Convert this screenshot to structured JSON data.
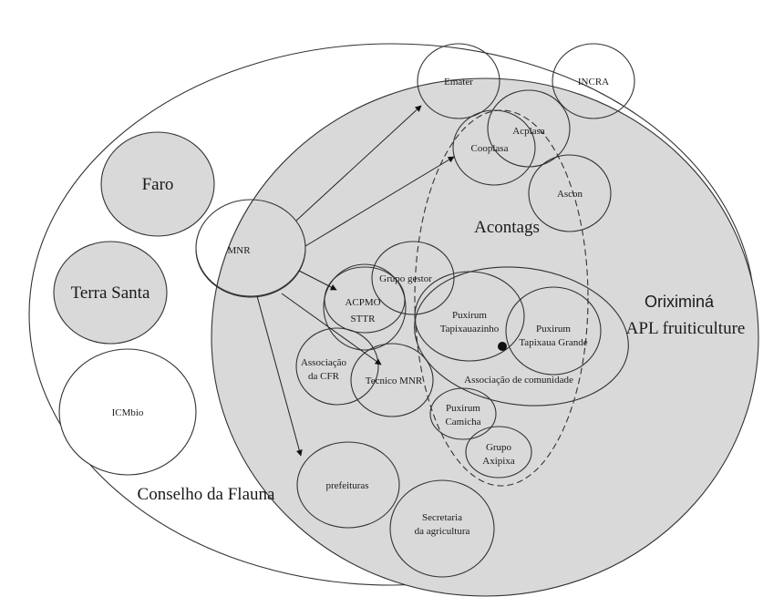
{
  "colors": {
    "region_fill": "#d9d9d9",
    "background": "#ffffff",
    "stroke": "#333333"
  },
  "regions": {
    "conselho": {
      "label": "Conselho da Flauna"
    },
    "oriximina": {
      "label": "Oriximiná"
    },
    "apl": {
      "label": "APL fruiticulture"
    },
    "acontags": {
      "label": "Acontags"
    },
    "associacao_comunidade": {
      "label": "Associação de comunidade"
    }
  },
  "nodes": {
    "faro": {
      "label": "Faro"
    },
    "terra_santa": {
      "label": "Terra Santa"
    },
    "icmbio": {
      "label": "ICMbio"
    },
    "mnr": {
      "label": "MNR"
    },
    "emater": {
      "label": "Emater"
    },
    "incra": {
      "label": "INCRA"
    },
    "acplasa": {
      "label": "Acplasa"
    },
    "cooplasa": {
      "label": "Cooplasa"
    },
    "ascon": {
      "label": "Ascon"
    },
    "grupo_gestor": {
      "label": "Grupo gestor"
    },
    "acpmo": {
      "line1": "ACPMO",
      "line2": "STTR"
    },
    "puxirum_tapixauazinho": {
      "line1": "Puxirum",
      "line2": "Tapixauazinho"
    },
    "puxirum_tapixaua_grande": {
      "line1": "Puxirum",
      "line2": "Tapixaua Grande"
    },
    "associacao_cfr": {
      "line1": "Associação",
      "line2": "da CFR"
    },
    "tecnico_mnr": {
      "label": "Tecnico MNR"
    },
    "puxirum_camicha": {
      "line1": "Puxirum",
      "line2": "Camicha"
    },
    "grupo_axipixa": {
      "line1": "Grupo",
      "line2": "Axipixa"
    },
    "prefeituras": {
      "label": "prefeituras"
    },
    "secretaria": {
      "line1": "Secretaria",
      "line2": "da agricultura"
    }
  },
  "edges": [
    {
      "from": "MNR",
      "to": "Emater"
    },
    {
      "from": "MNR",
      "to": "Cooplasa"
    },
    {
      "from": "MNR",
      "to": "ACPMO STTR"
    },
    {
      "from": "MNR",
      "to": "Tecnico MNR"
    },
    {
      "from": "MNR",
      "to": "prefeituras"
    }
  ]
}
